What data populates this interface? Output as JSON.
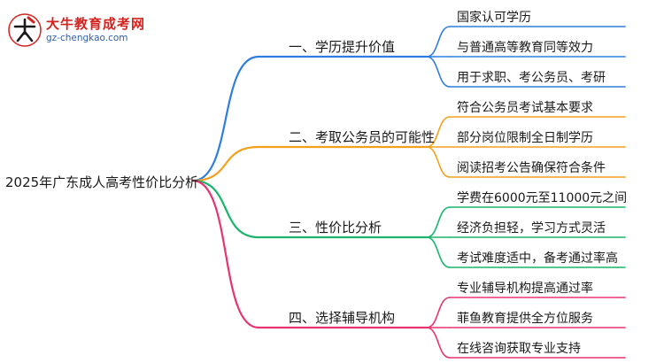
{
  "logo": {
    "icon": "daniu-logo-icon",
    "title": "大牛教育成考网",
    "url": "gz-chengkao.com"
  },
  "root": {
    "label": "2025年广东成人高考性价比分析"
  },
  "colors": {
    "branch1": "#2f7de1",
    "branch2": "#f2a11c",
    "branch3": "#18b56a",
    "branch4": "#e8336f",
    "logo_red": "#d4231f",
    "logo_blue": "#2b5fae"
  },
  "branches": [
    {
      "label": "一、学历提升价值",
      "children": [
        {
          "label": "国家认可学历"
        },
        {
          "label": "与普通高等教育同等效力"
        },
        {
          "label": "用于求职、考公务员、考研"
        }
      ]
    },
    {
      "label": "二、考取公务员的可能性",
      "children": [
        {
          "label": "符合公务员考试基本要求"
        },
        {
          "label": "部分岗位限制全日制学历"
        },
        {
          "label": "阅读招考公告确保符合条件"
        }
      ]
    },
    {
      "label": "三、性价比分析",
      "children": [
        {
          "label": "学费在6000元至11000元之间"
        },
        {
          "label": "经济负担轻，学习方式灵活"
        },
        {
          "label": "考试难度适中，备考通过率高"
        }
      ]
    },
    {
      "label": "四、选择辅导机构",
      "children": [
        {
          "label": "专业辅导机构提高通过率"
        },
        {
          "label": "菲鱼教育提供全方位服务"
        },
        {
          "label": "在线咨询获取专业支持"
        }
      ]
    }
  ]
}
